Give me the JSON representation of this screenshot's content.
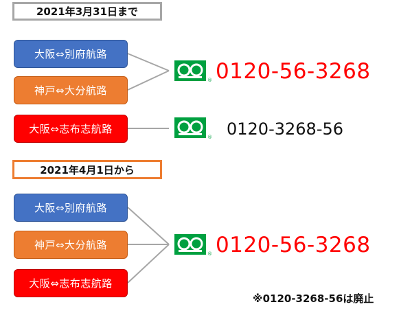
{
  "section1": {
    "header": "2021年3月31日まで",
    "routes": [
      {
        "label": "大阪⇔別府航路",
        "color": "#4472c4"
      },
      {
        "label": "神戸⇔大分航路",
        "color": "#ed7d31"
      },
      {
        "label": "大阪⇔志布志航路",
        "color": "#ff0000"
      }
    ],
    "phone_main": "0120-56-3268",
    "phone_secondary": "0120-3268-56"
  },
  "section2": {
    "header": "2021年4月1日から",
    "routes": [
      {
        "label": "大阪⇔別府航路",
        "color": "#4472c4"
      },
      {
        "label": "神戸⇔大分航路",
        "color": "#ed7d31"
      },
      {
        "label": "大阪⇔志布志航路",
        "color": "#ff0000"
      }
    ],
    "phone_main": "0120-56-3268"
  },
  "footnote": "※0120-3268-56は廃止",
  "icon": {
    "name": "freedial-icon",
    "color": "#00a040",
    "mark": "®"
  }
}
